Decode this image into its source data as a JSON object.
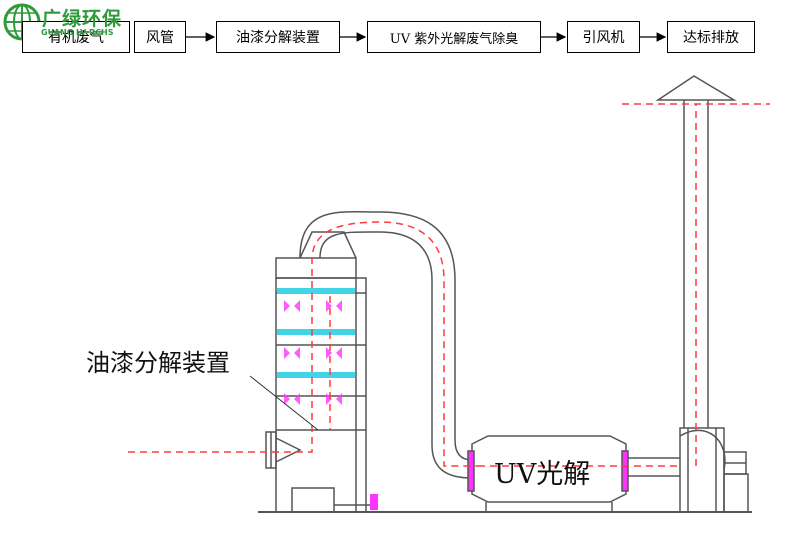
{
  "logo": {
    "name": "广绿环保",
    "sub": "GUANG LV RCHS",
    "color": "#2e9b3a"
  },
  "flow": {
    "step1": "有机废气",
    "step2": "风管",
    "step3": "油漆分解装置",
    "step4": "UV 紫外光解废气除臭",
    "step5": "引风机",
    "step6": "达标排放"
  },
  "labels": {
    "oil_device": "油漆分解装置",
    "uv": "UV光解"
  },
  "colors": {
    "airflow": "#ff3b3b",
    "filter": "#40d4e6",
    "nozzle": "#ff33ff",
    "line": "#555555"
  }
}
